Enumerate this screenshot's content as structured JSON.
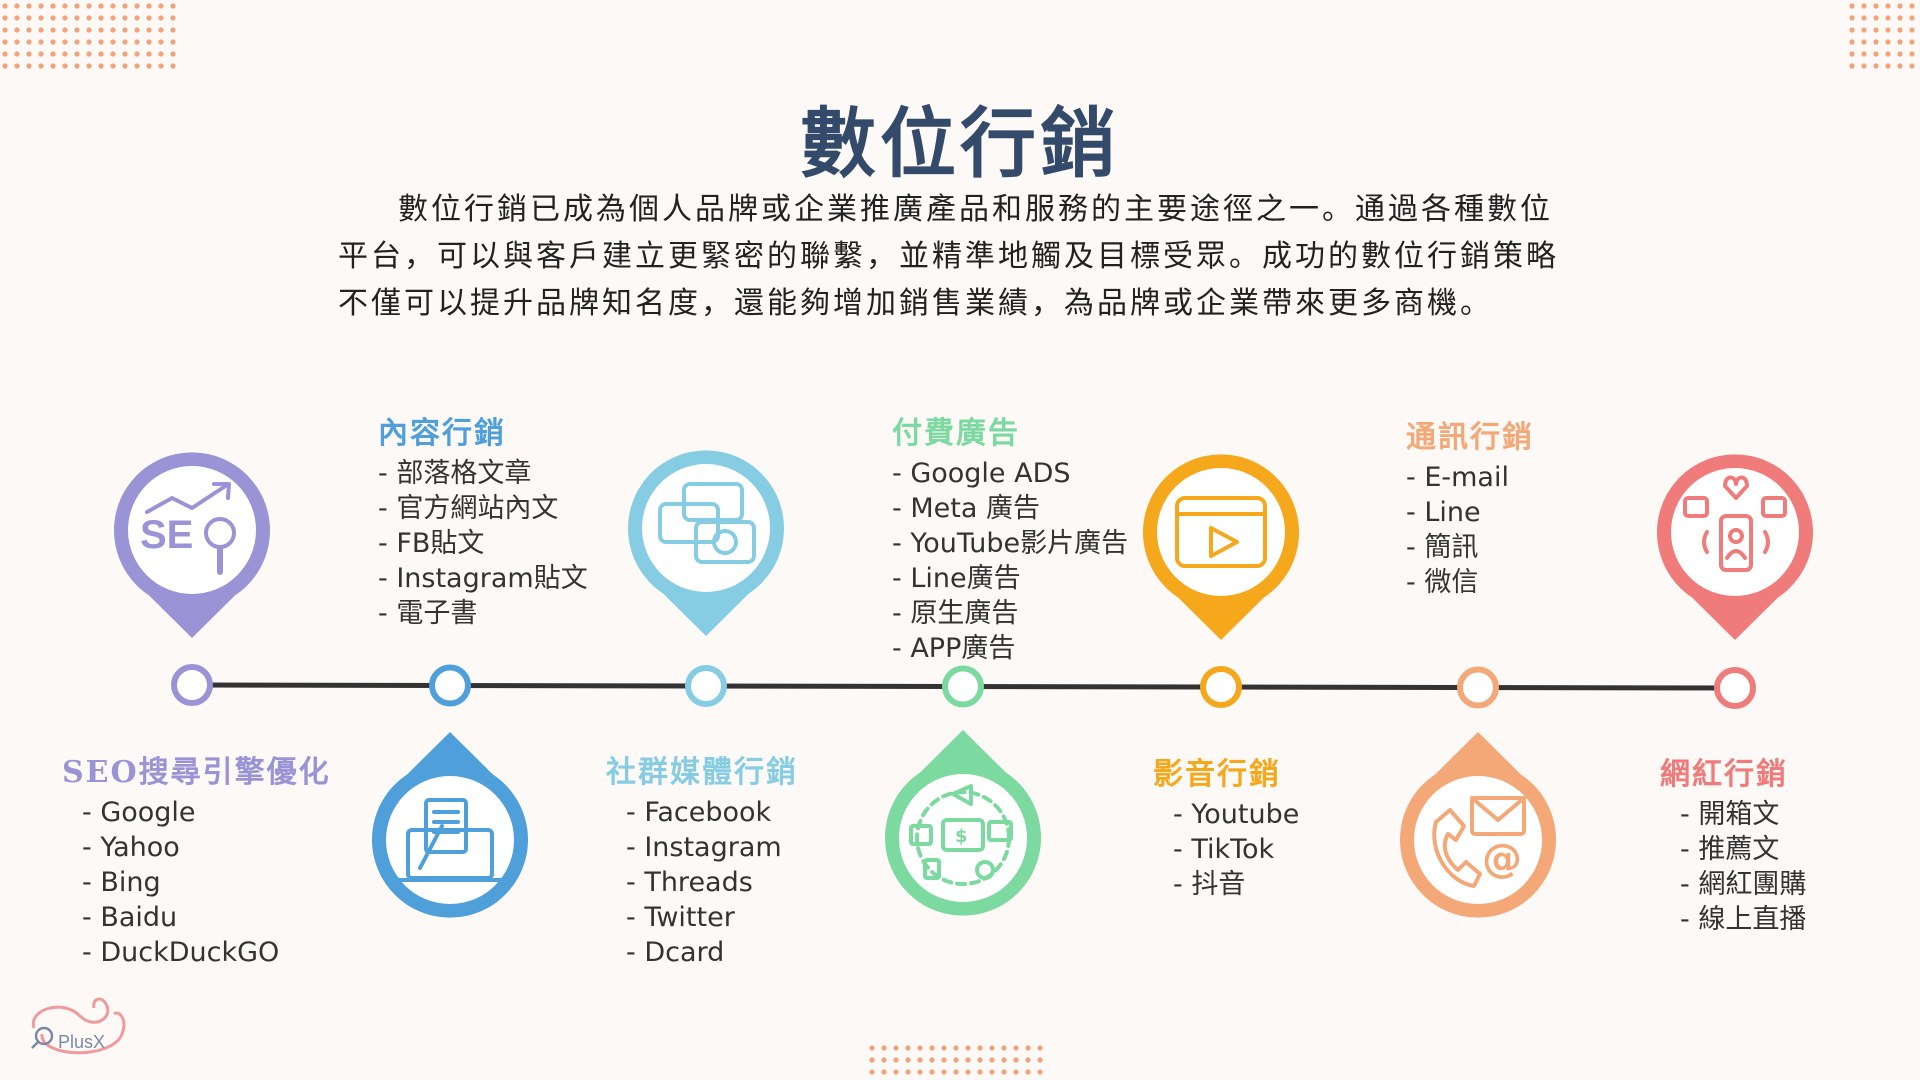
{
  "title": "數位行銷",
  "intro_lines": [
    "數位行銷已成為個人品牌或企業推廣產品和服務的主要途徑之一。通過各種數位",
    "平台，可以與客戶建立更緊密的聯繫，並精準地觸及目標受眾。成功的數位行銷策略",
    "不僅可以提升品牌知名度，還能夠增加銷售業績，為品牌或企業帶來更多商機。"
  ],
  "groups": [
    {
      "title": "SEO搜尋引擎優化",
      "items": [
        "Google",
        "Yahoo",
        "Bing",
        "Baidu",
        "DuckDuckGO"
      ],
      "color": "#9a93d6",
      "icon": "seo-icon"
    },
    {
      "title": "內容行銷",
      "items": [
        "部落格文章",
        "官方網站內文",
        "FB貼文",
        "Instagram貼文",
        "電子書"
      ],
      "color": "#4f9fdb",
      "icon": "content-writing-icon"
    },
    {
      "title": "社群媒體行銷",
      "items": [
        "Facebook",
        "Instagram",
        "Threads",
        "Twitter",
        "Dcard"
      ],
      "color": "#86cde4",
      "icon": "social-chat-icon"
    },
    {
      "title": "付費廣告",
      "items": [
        "Google   ADS",
        "Meta 廣告",
        "YouTube影片廣告",
        "Line廣告",
        "原生廣告",
        "APP廣告"
      ],
      "color": "#7cd9a0",
      "icon": "paid-ads-icon"
    },
    {
      "title": "影音行銷",
      "items": [
        "Youtube",
        "TikTok",
        "抖音"
      ],
      "color": "#f5a81c",
      "icon": "video-play-icon"
    },
    {
      "title": "通訊行銷",
      "items": [
        "E-mail",
        "Line",
        "簡訊",
        "微信"
      ],
      "color": "#f4a878",
      "icon": "phone-email-icon"
    },
    {
      "title": "網紅行銷",
      "items": [
        "開箱文",
        "推薦文",
        "網紅團購",
        "線上直播"
      ],
      "color": "#f07b7b",
      "icon": "influencer-icon"
    }
  ],
  "logo_text": "PlusX",
  "colors": {
    "title": "#334a6a",
    "dots": "#f2a37a",
    "line": "#333333"
  }
}
